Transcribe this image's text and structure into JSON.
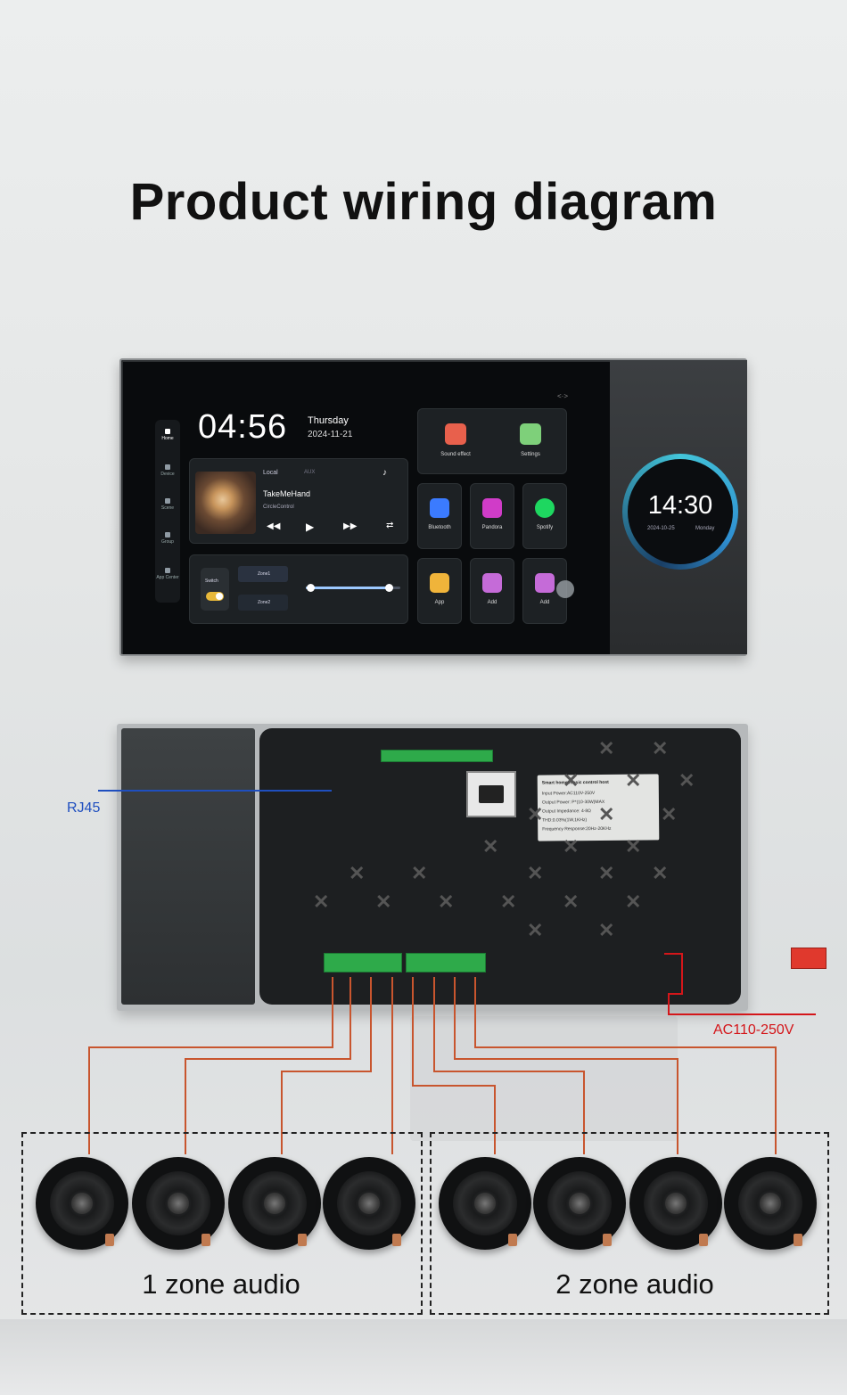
{
  "title": "Product wiring diagram",
  "screen": {
    "clock": "04:56",
    "day": "Thursday",
    "date": "2024-11-21",
    "nav": [
      "Home",
      "Device",
      "Scene",
      "Group",
      "App Center"
    ],
    "music": {
      "source_local": "Local",
      "source_aux": "AUX",
      "song": "TakeMeHand",
      "artist": "CircleControl"
    },
    "zone_panel": {
      "switch_label": "Switch",
      "zones": [
        "Zone1",
        "Zone2"
      ]
    },
    "tiles": [
      {
        "label": "Sound effect",
        "icon": "sound-effect-icon",
        "color": "#e8604c"
      },
      {
        "label": "Settings",
        "icon": "settings-icon",
        "color": "#7ed07a"
      },
      {
        "label": "Bluetooth",
        "icon": "bluetooth-icon",
        "color": "#3b7bff"
      },
      {
        "label": "Pandora",
        "icon": "pandora-icon",
        "color": "#d03cc8"
      },
      {
        "label": "Spotify",
        "icon": "spotify-icon",
        "color": "#1ed760"
      },
      {
        "label": "App",
        "icon": "app-icon",
        "color": "#f0b43a"
      },
      {
        "label": "Add",
        "icon": "add-icon",
        "color": "#c56bd8"
      },
      {
        "label": "Add",
        "icon": "add-icon",
        "color": "#c56bd8"
      }
    ],
    "side_clock": "14:30",
    "side_date": "2024-10-25",
    "side_day": "Monday"
  },
  "back_label": {
    "title": "Smart home music control host",
    "lines": [
      "Input Power:AC110V-250V",
      "Output Power: P*(10-30W)MAX",
      "Output Impedance: 4-8Ω",
      "THD:0.03%(1W,1KHz)",
      "Frequency Response:20Hz-20KHz"
    ]
  },
  "labels": {
    "rj45": "RJ45",
    "ac": "AC110-250V"
  },
  "zones": [
    {
      "label": "1 zone audio"
    },
    {
      "label": "2 zone audio"
    }
  ],
  "colors": {
    "rj45_line": "#1f4fbf",
    "ac_line": "#d4161a",
    "speaker_wire": "#c8552e"
  }
}
